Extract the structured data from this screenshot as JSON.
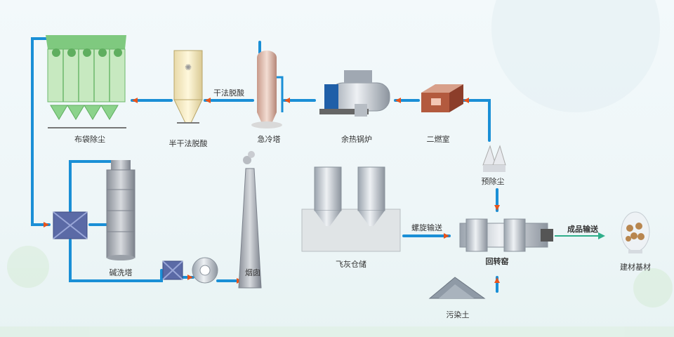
{
  "labels": {
    "baghouse": "布袋除尘",
    "semi_dry": "半干法脱酸",
    "dry_deacid": "干法脱酸",
    "quench_tower": "急冷塔",
    "waste_heat_boiler": "余热锅炉",
    "secondary_chamber": "二燃室",
    "pre_dust": "预除尘",
    "alkali_tower": "碱洗塔",
    "chimney": "烟囱",
    "fly_ash_storage": "飞灰仓储",
    "screw_conveyor": "螺旋输送",
    "rotary_kiln": "回转窑",
    "product_conveyor": "成品输送",
    "building_material": "建材基材",
    "contaminated_soil": "污染土"
  },
  "colors": {
    "pipe": "#1a8fd6",
    "arrow": "#e8541c",
    "steel": "#c9ced6",
    "dark": "#6b7280",
    "green": "#8fd14f"
  }
}
